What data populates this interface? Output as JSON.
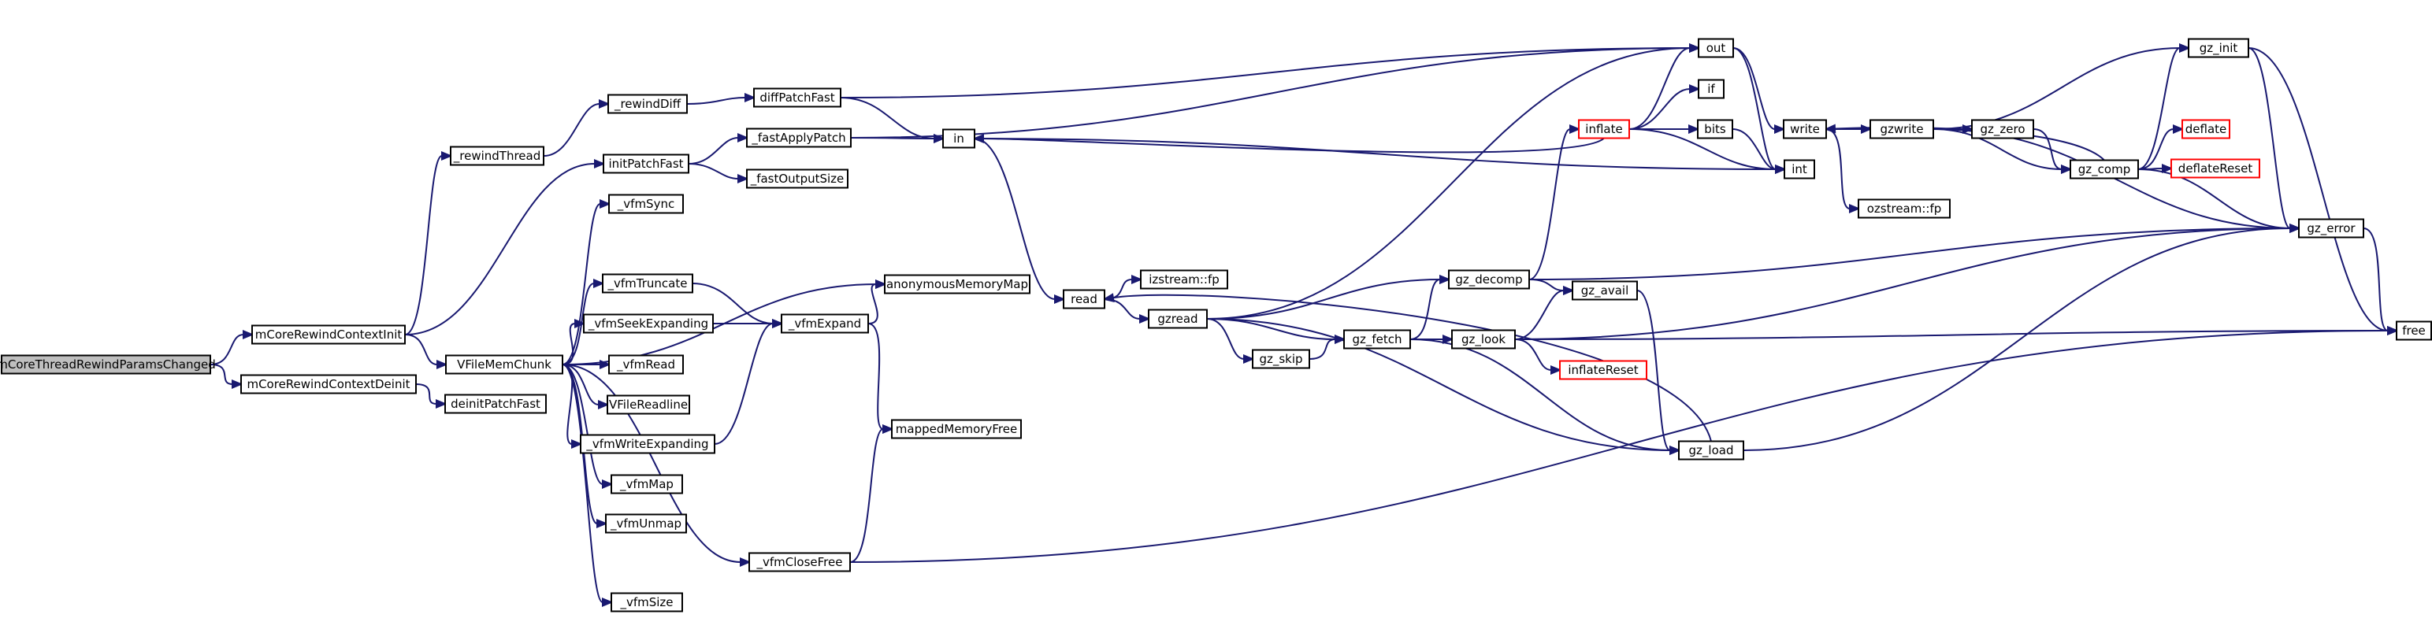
{
  "diagram": {
    "nodes": [
      {
        "id": "root",
        "label": "mCoreThreadRewindParamsChanged",
        "kind": "root"
      },
      {
        "id": "init",
        "label": "mCoreRewindContextInit"
      },
      {
        "id": "deinit",
        "label": "mCoreRewindContextDeinit"
      },
      {
        "id": "rthread",
        "label": "_rewindThread"
      },
      {
        "id": "ipf",
        "label": "initPatchFast"
      },
      {
        "id": "vfmem",
        "label": "VFileMemChunk"
      },
      {
        "id": "dpf",
        "label": "deinitPatchFast"
      },
      {
        "id": "rdiff",
        "label": "_rewindDiff"
      },
      {
        "id": "dpfast",
        "label": "diffPatchFast"
      },
      {
        "id": "fap",
        "label": "_fastApplyPatch"
      },
      {
        "id": "fos",
        "label": "_fastOutputSize"
      },
      {
        "id": "vsync",
        "label": "_vfmSync"
      },
      {
        "id": "vtrunc",
        "label": "_vfmTruncate"
      },
      {
        "id": "vseek",
        "label": "_vfmSeekExpanding"
      },
      {
        "id": "vexp",
        "label": "_vfmExpand"
      },
      {
        "id": "anon",
        "label": "anonymousMemoryMap"
      },
      {
        "id": "vread",
        "label": "_vfmRead"
      },
      {
        "id": "vrl",
        "label": "VFileReadline"
      },
      {
        "id": "vwrite",
        "label": "_vfmWriteExpanding"
      },
      {
        "id": "mmf",
        "label": "mappedMemoryFree"
      },
      {
        "id": "vmap",
        "label": "_vfmMap"
      },
      {
        "id": "vunmap",
        "label": "_vfmUnmap"
      },
      {
        "id": "vclose",
        "label": "_vfmCloseFree"
      },
      {
        "id": "vsize",
        "label": "_vfmSize"
      },
      {
        "id": "in",
        "label": "in"
      },
      {
        "id": "read",
        "label": "read"
      },
      {
        "id": "izfp",
        "label": "izstream::fp"
      },
      {
        "id": "gzread",
        "label": "gzread"
      },
      {
        "id": "gzskip",
        "label": "gz_skip"
      },
      {
        "id": "gzfetch",
        "label": "gz_fetch"
      },
      {
        "id": "gzdecomp",
        "label": "gz_decomp"
      },
      {
        "id": "gzavail",
        "label": "gz_avail"
      },
      {
        "id": "gzlook",
        "label": "gz_look"
      },
      {
        "id": "infreset",
        "label": "inflateReset",
        "kind": "red"
      },
      {
        "id": "gzload",
        "label": "gz_load"
      },
      {
        "id": "inflate",
        "label": "inflate",
        "kind": "red"
      },
      {
        "id": "out",
        "label": "out"
      },
      {
        "id": "if",
        "label": "if"
      },
      {
        "id": "bits",
        "label": "bits"
      },
      {
        "id": "int",
        "label": "int"
      },
      {
        "id": "write",
        "label": "write"
      },
      {
        "id": "ozfp",
        "label": "ozstream::fp"
      },
      {
        "id": "gzwrite",
        "label": "gzwrite"
      },
      {
        "id": "gzzero",
        "label": "gz_zero"
      },
      {
        "id": "gzcomp",
        "label": "gz_comp"
      },
      {
        "id": "gzinit",
        "label": "gz_init"
      },
      {
        "id": "deflate",
        "label": "deflate",
        "kind": "red"
      },
      {
        "id": "defreset",
        "label": "deflateReset",
        "kind": "red"
      },
      {
        "id": "gzerror",
        "label": "gz_error"
      },
      {
        "id": "free",
        "label": "free"
      }
    ],
    "edges": [
      [
        "root",
        "init"
      ],
      [
        "root",
        "deinit"
      ],
      [
        "init",
        "rthread"
      ],
      [
        "init",
        "ipf"
      ],
      [
        "init",
        "vfmem"
      ],
      [
        "deinit",
        "dpf"
      ],
      [
        "rthread",
        "rdiff"
      ],
      [
        "rdiff",
        "dpfast"
      ],
      [
        "dpfast",
        "out"
      ],
      [
        "dpfast",
        "in"
      ],
      [
        "ipf",
        "fap"
      ],
      [
        "ipf",
        "fos"
      ],
      [
        "fap",
        "out"
      ],
      [
        "fap",
        "in"
      ],
      [
        "vfmem",
        "vsync"
      ],
      [
        "vfmem",
        "anon"
      ],
      [
        "vfmem",
        "vtrunc"
      ],
      [
        "vfmem",
        "vseek"
      ],
      [
        "vfmem",
        "vread"
      ],
      [
        "vfmem",
        "vrl"
      ],
      [
        "vfmem",
        "vwrite"
      ],
      [
        "vfmem",
        "vmap"
      ],
      [
        "vfmem",
        "vunmap"
      ],
      [
        "vfmem",
        "vclose"
      ],
      [
        "vfmem",
        "vsize"
      ],
      [
        "vtrunc",
        "vexp"
      ],
      [
        "vseek",
        "vexp"
      ],
      [
        "vwrite",
        "vexp"
      ],
      [
        "vexp",
        "anon"
      ],
      [
        "vexp",
        "mmf"
      ],
      [
        "vclose",
        "mmf"
      ],
      [
        "vclose",
        "free"
      ],
      [
        "in",
        "int"
      ],
      [
        "in",
        "read"
      ],
      [
        "read",
        "izfp"
      ],
      [
        "read",
        "gzread"
      ],
      [
        "gzread",
        "out"
      ],
      [
        "gzread",
        "gzdecomp"
      ],
      [
        "gzread",
        "gzfetch"
      ],
      [
        "gzread",
        "gzskip"
      ],
      [
        "gzread",
        "gzload"
      ],
      [
        "gzskip",
        "gzfetch"
      ],
      [
        "gzfetch",
        "gzdecomp"
      ],
      [
        "gzfetch",
        "gzlook"
      ],
      [
        "gzfetch",
        "gzload"
      ],
      [
        "gzdecomp",
        "inflate"
      ],
      [
        "gzdecomp",
        "gzavail"
      ],
      [
        "gzdecomp",
        "gzerror"
      ],
      [
        "gzlook",
        "gzavail"
      ],
      [
        "gzlook",
        "infreset"
      ],
      [
        "gzlook",
        "gzerror"
      ],
      [
        "gzlook",
        "free"
      ],
      [
        "gzavail",
        "gzload"
      ],
      [
        "gzload",
        "read"
      ],
      [
        "gzload",
        "gzerror"
      ],
      [
        "inflate",
        "out"
      ],
      [
        "inflate",
        "if"
      ],
      [
        "inflate",
        "bits"
      ],
      [
        "inflate",
        "int"
      ],
      [
        "inflate",
        "in"
      ],
      [
        "out",
        "write"
      ],
      [
        "out",
        "int"
      ],
      [
        "bits",
        "int"
      ],
      [
        "write",
        "gzwrite"
      ],
      [
        "write",
        "ozfp"
      ],
      [
        "gzwrite",
        "gzinit"
      ],
      [
        "gzwrite",
        "gzzero"
      ],
      [
        "gzwrite",
        "gzcomp"
      ],
      [
        "gzwrite",
        "gzerror"
      ],
      [
        "gzzero",
        "gzcomp"
      ],
      [
        "gzcomp",
        "write"
      ],
      [
        "gzcomp",
        "gzinit"
      ],
      [
        "gzcomp",
        "deflate"
      ],
      [
        "gzcomp",
        "defreset"
      ],
      [
        "gzcomp",
        "gzerror"
      ],
      [
        "gzinit",
        "gzerror"
      ],
      [
        "gzinit",
        "free"
      ],
      [
        "gzerror",
        "free"
      ]
    ]
  }
}
